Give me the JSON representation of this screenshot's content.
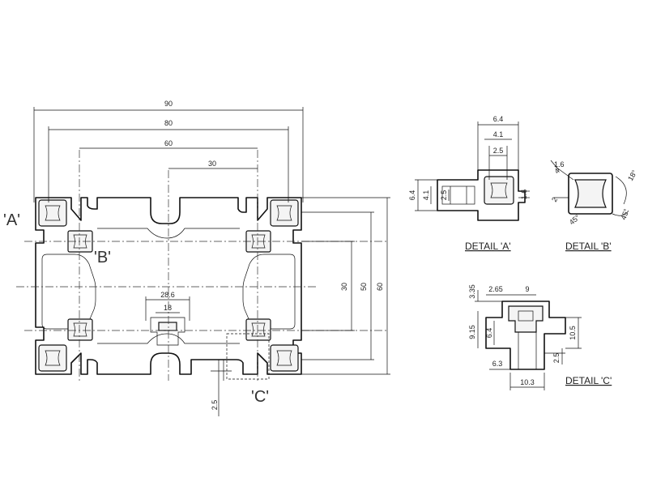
{
  "drawing": {
    "labels": {
      "a": "'A'",
      "b": "'B'",
      "c": "'C'",
      "detail_a": "DETAIL 'A'",
      "detail_b": "DETAIL 'B'",
      "detail_c": "DETAIL 'C'"
    },
    "dims": {
      "d90": "90",
      "d80": "80",
      "d60": "60",
      "d30top": "30",
      "d286": "28.6",
      "d18": "18",
      "d30v": "30",
      "d50v": "50",
      "d60v": "60",
      "d25bottom": "2.5"
    },
    "detail_a": {
      "d64top": "6.4",
      "d41top": "4.1",
      "d25top": "2.5",
      "d64left": "6.4",
      "d41left": "4.1",
      "d25left": "2.5",
      "d16": "1.6"
    },
    "detail_b": {
      "d16": "1.6",
      "d2": "2",
      "d45a": "45°",
      "d45b": "45°",
      "d18": "18°",
      "d4": "4"
    },
    "detail_c": {
      "d335": "3.35",
      "d265": "2.65",
      "d9": "9",
      "d915": "9.15",
      "d64": "6.4",
      "d105": "10.5",
      "d25": "2.5",
      "d63": "6.3",
      "d103": "10.3"
    }
  }
}
